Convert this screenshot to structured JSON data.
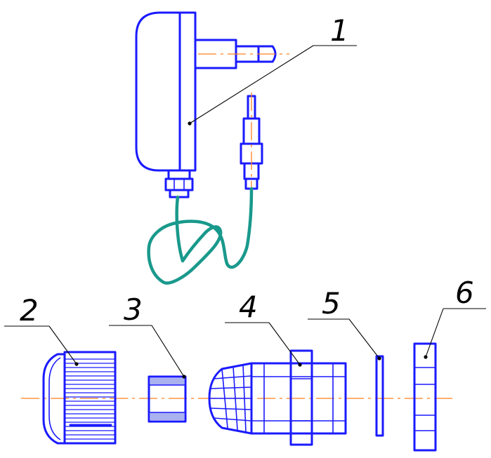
{
  "colors": {
    "part_stroke": "#1a1aff",
    "center_line": "#ff7f1e",
    "leader_line": "#000000",
    "cable": "#19998c"
  },
  "callouts": [
    {
      "number": "1",
      "part": "power-adapter"
    },
    {
      "number": "2",
      "part": "gland-cap-nut"
    },
    {
      "number": "3",
      "part": "gland-seal-insert"
    },
    {
      "number": "4",
      "part": "gland-body"
    },
    {
      "number": "5",
      "part": "gasket"
    },
    {
      "number": "6",
      "part": "lock-nut"
    }
  ]
}
